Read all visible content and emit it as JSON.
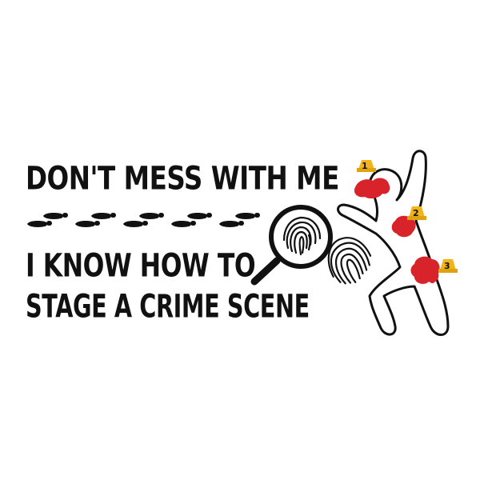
{
  "headline": {
    "line1": "DON'T MESS WITH ME",
    "line2": "I KNOW HOW TO",
    "line3": "STAGE A CRIME SCENE"
  },
  "evidence_markers": [
    "1",
    "2",
    "3"
  ],
  "colors": {
    "text": "#111111",
    "blood": "#d8232a",
    "marker": "#f2b418",
    "background": "#ffffff"
  },
  "icons": [
    "footprints-trail",
    "magnifying-glass-fingerprint-icon",
    "fingerprint-icon",
    "body-chalk-outline",
    "evidence-marker-icon",
    "blood-splatter-icon"
  ]
}
